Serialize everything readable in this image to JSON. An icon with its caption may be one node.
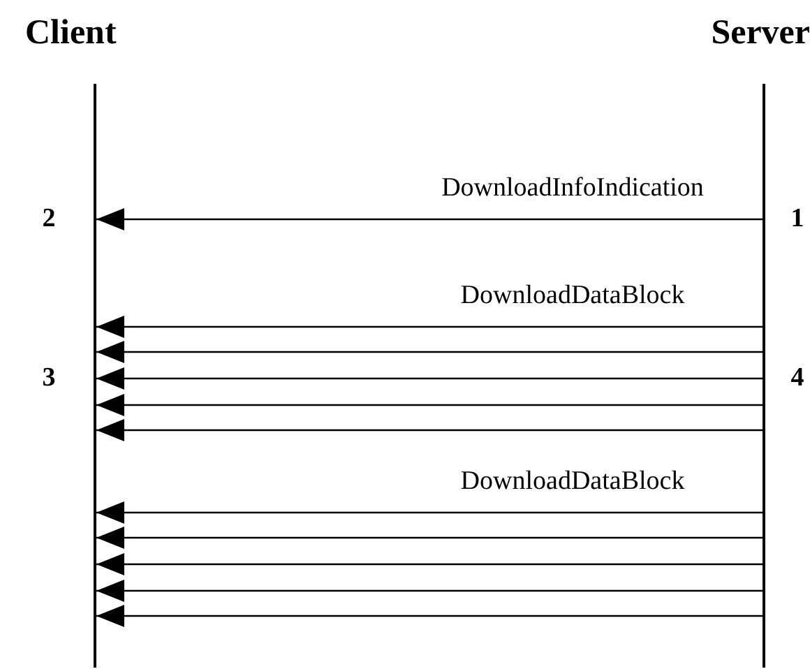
{
  "diagram": {
    "nodes": [
      {
        "text": [
          "Client"
        ]
      },
      {
        "text": [
          "Server"
        ]
      }
    ],
    "edges": [
      {
        "from": 1,
        "to": 0,
        "arrow": "to",
        "label": "DownloadInfoIndication"
      },
      {
        "from": 1,
        "to": 0,
        "arrow": "to",
        "label": "DownloadDataBlock"
      },
      {
        "from": 1,
        "to": 0,
        "arrow": "to"
      },
      {
        "from": 1,
        "to": 0,
        "arrow": "to"
      },
      {
        "from": 1,
        "to": 0,
        "arrow": "to"
      },
      {
        "from": 1,
        "to": 0,
        "arrow": "to"
      },
      {
        "from": 1,
        "to": 0,
        "arrow": "to",
        "label": "DownloadDataBlock"
      },
      {
        "from": 1,
        "to": 0,
        "arrow": "to"
      },
      {
        "from": 1,
        "to": 0,
        "arrow": "to"
      },
      {
        "from": 1,
        "to": 0,
        "arrow": "to"
      },
      {
        "from": 1,
        "to": 0,
        "arrow": "to"
      }
    ],
    "labels": [
      "2",
      "1",
      "3",
      "4"
    ]
  }
}
